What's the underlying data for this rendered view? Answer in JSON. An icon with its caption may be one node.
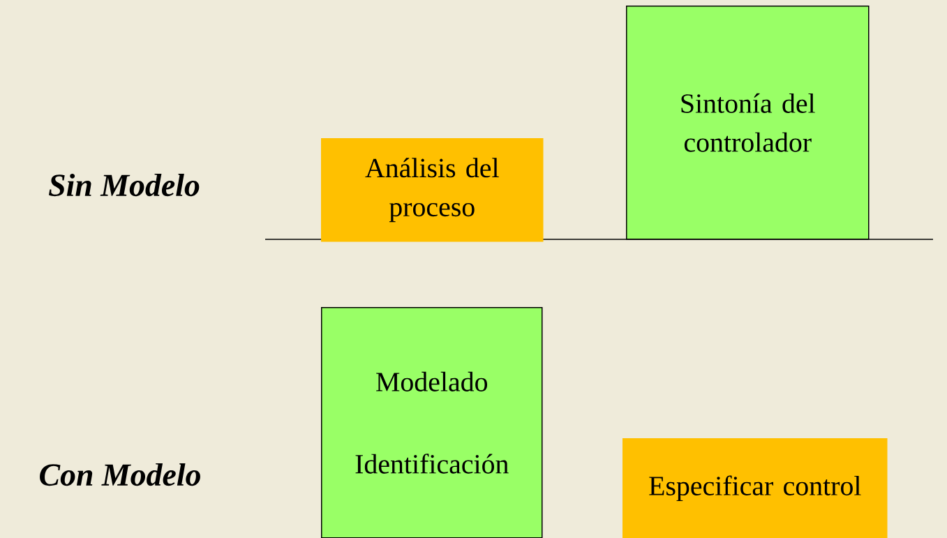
{
  "diagram": {
    "nodes": [
      {
        "text": [
          "Análisis del proceso"
        ]
      },
      {
        "text": [
          "Sintonía del controlador"
        ]
      },
      {
        "text": [
          "Modelado",
          "Identificación"
        ]
      },
      {
        "text": [
          "Especificar control"
        ]
      }
    ],
    "labels": [
      "Sin Modelo",
      "Con Modelo"
    ]
  }
}
